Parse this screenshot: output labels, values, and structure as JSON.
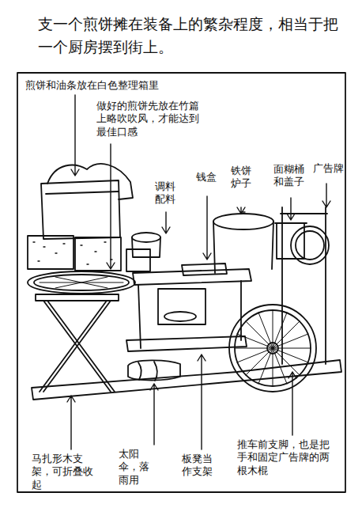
{
  "diagram": {
    "title": "支一个煎饼摊在装备上的繁杂程度，相当于把一个厨房摆到街上。",
    "labels": [
      "煎饼和油条放在白色整理箱里",
      "做好的煎饼先放在竹篇上略吹吹风，才能达到最佳口感",
      "调料配料",
      "钱盒",
      "铁饼炉子",
      "面糊桶和盖子",
      "广告牌",
      "马扎形木支架，可折叠收起",
      "太阳伞，落雨用",
      "板凳当作支架",
      "推车前支脚，也是把手和固定广告牌的两根木棍"
    ]
  }
}
